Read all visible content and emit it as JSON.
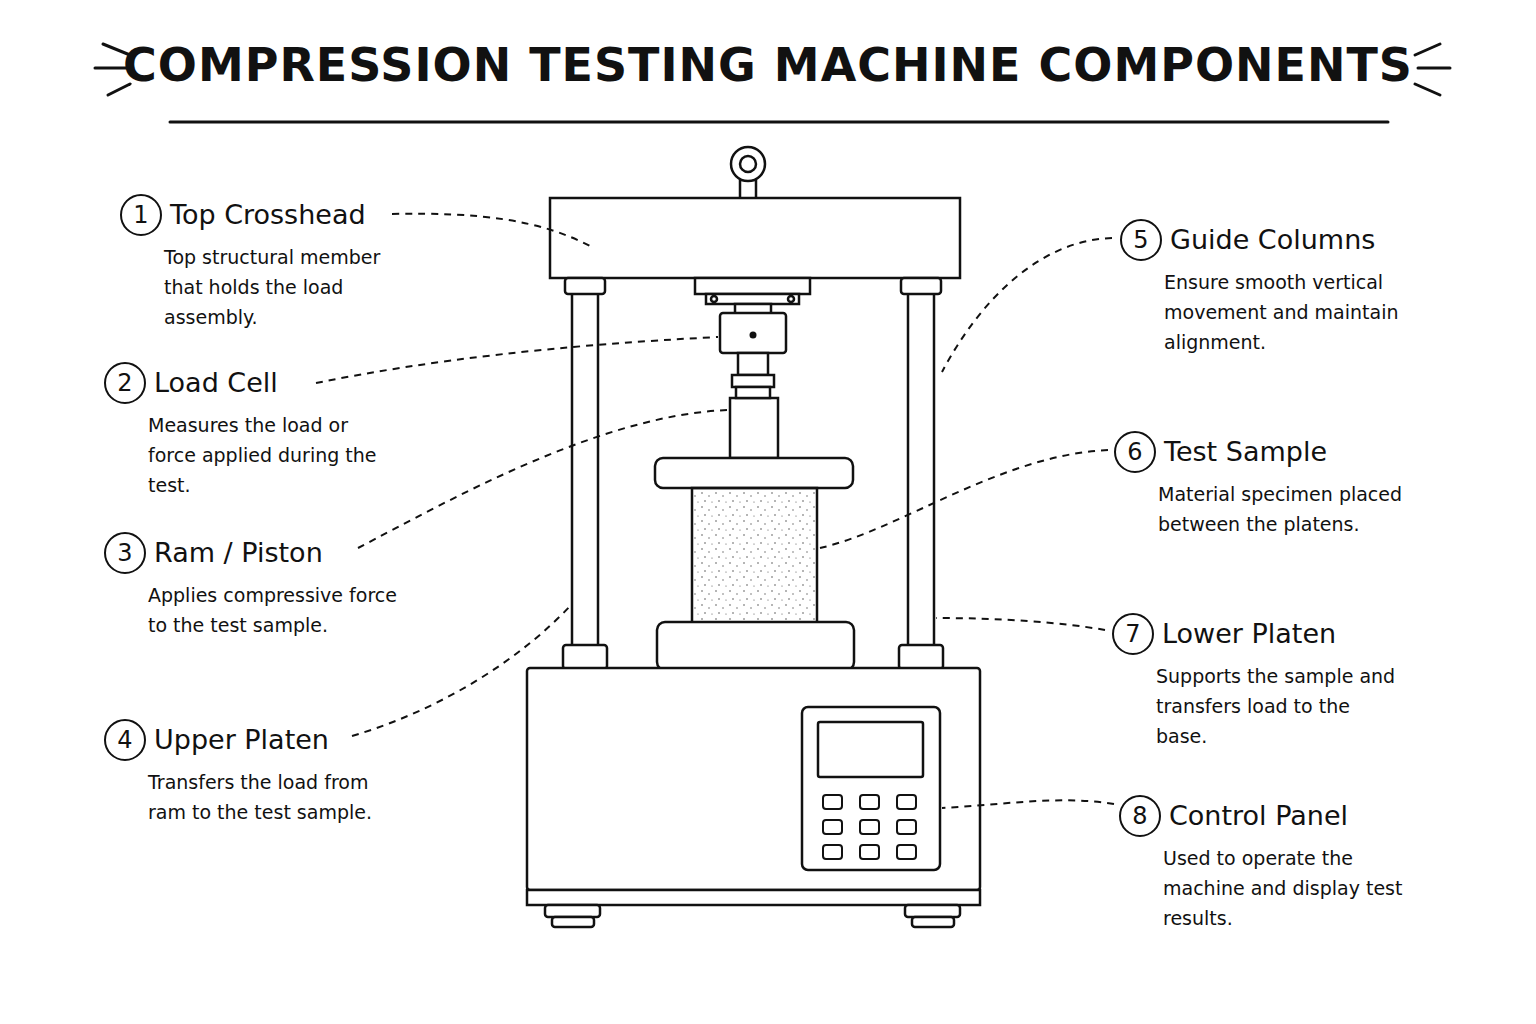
{
  "diagram": {
    "title": "COMPRESSION TESTING MACHINE COMPONENTS",
    "nodes": [
      {
        "text": [
          "1",
          "Top Crosshead",
          "Top structural member that holds the load assembly."
        ]
      },
      {
        "text": [
          "2",
          "Load Cell",
          "Measures the load or force applied during the test."
        ]
      },
      {
        "text": [
          "3",
          "Ram / Piston",
          "Applies compressive force to the test sample."
        ]
      },
      {
        "text": [
          "4",
          "Upper Platen",
          "Transfers the load from ram to the test sample."
        ]
      },
      {
        "text": [
          "5",
          "Guide Columns",
          "Ensure smooth vertical movement and maintain alignment."
        ]
      },
      {
        "text": [
          "6",
          "Test Sample",
          "Material specimen placed between the platens."
        ]
      },
      {
        "text": [
          "7",
          "Lower Platen",
          "Supports the sample and transfers load to the base."
        ]
      },
      {
        "text": [
          "8",
          "Control Panel",
          "Used to operate the machine and display test results."
        ]
      }
    ]
  }
}
